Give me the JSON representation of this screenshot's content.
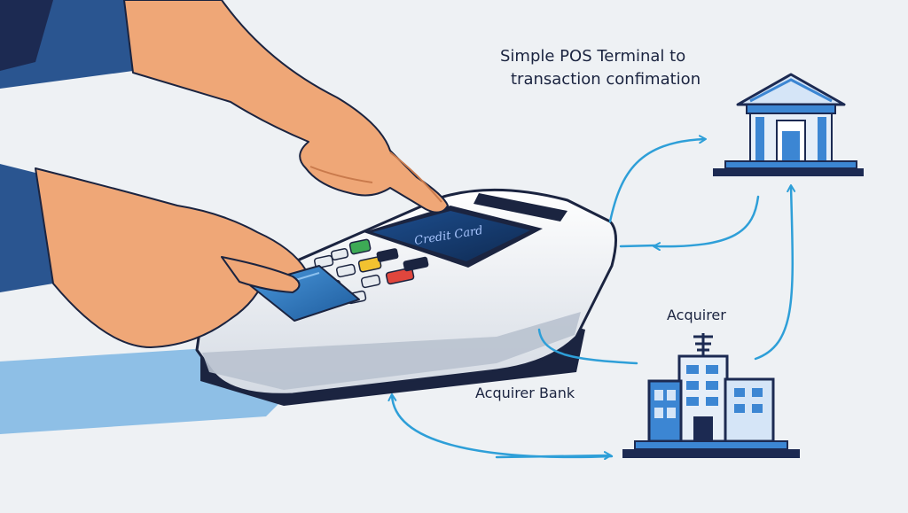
{
  "title": {
    "line1": "Simple POS Terminal to",
    "line2": "transaction confimation"
  },
  "labels": {
    "acquirer": "Acquirer",
    "acquirer_bank": "Acquirer Bank"
  },
  "terminal": {
    "screen_text": "Credit Card"
  },
  "colors": {
    "background": "#eef1f4",
    "arrow": "#2e9fd8",
    "navy": "#1c2a52",
    "skin": "#efa777",
    "sleeve": "#2a5590",
    "building_blue": "#3c86d3",
    "card_blue": "#2f74b8",
    "key_green": "#3daa55",
    "key_yellow": "#f2c230",
    "key_red": "#e0463d"
  },
  "icons": [
    "bank-building-icon",
    "acquirer-building-icon",
    "antenna-icon",
    "pos-terminal-icon",
    "credit-card-icon"
  ]
}
